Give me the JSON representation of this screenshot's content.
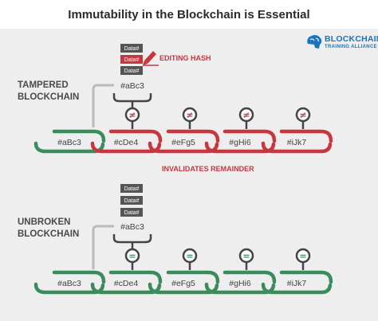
{
  "title": "Immutability in the Blockchain is Essential",
  "logo": {
    "line1": "BLOCKCHAIN",
    "line2": "TRAINING ALLIANCE"
  },
  "tampered": {
    "label_line1": "TAMPERED",
    "label_line2": "BLOCKCHAIN",
    "data_boxes": [
      "Data#",
      "Data#",
      "Data#"
    ],
    "top_hash": "#aBc3",
    "editing_label": "EDITING HASH",
    "invalidates_label": "INVALIDATES REMAINDER",
    "comparison_symbol": "≠",
    "blocks": [
      "#aBc3",
      "#cDe4",
      "#eFg5",
      "#gHi6",
      "#iJk7"
    ]
  },
  "unbroken": {
    "label_line1": "UNBROKEN",
    "label_line2": "BLOCKCHAIN",
    "data_boxes": [
      "Data#",
      "Data#",
      "Data#"
    ],
    "top_hash": "#aBc3",
    "comparison_symbol": "=",
    "blocks": [
      "#aBc3",
      "#cDe4",
      "#eFg5",
      "#gHi6",
      "#iJk7"
    ]
  },
  "colors": {
    "green": "#3a8c5c",
    "red": "#c8363f",
    "dark_box": "#555555",
    "grey_line": "#bbbbbb",
    "text_dark": "#444444",
    "brand_blue": "#1b75bb"
  },
  "icons": [
    "pencil-icon",
    "not-equal-icon",
    "equal-icon",
    "brain-icon"
  ]
}
